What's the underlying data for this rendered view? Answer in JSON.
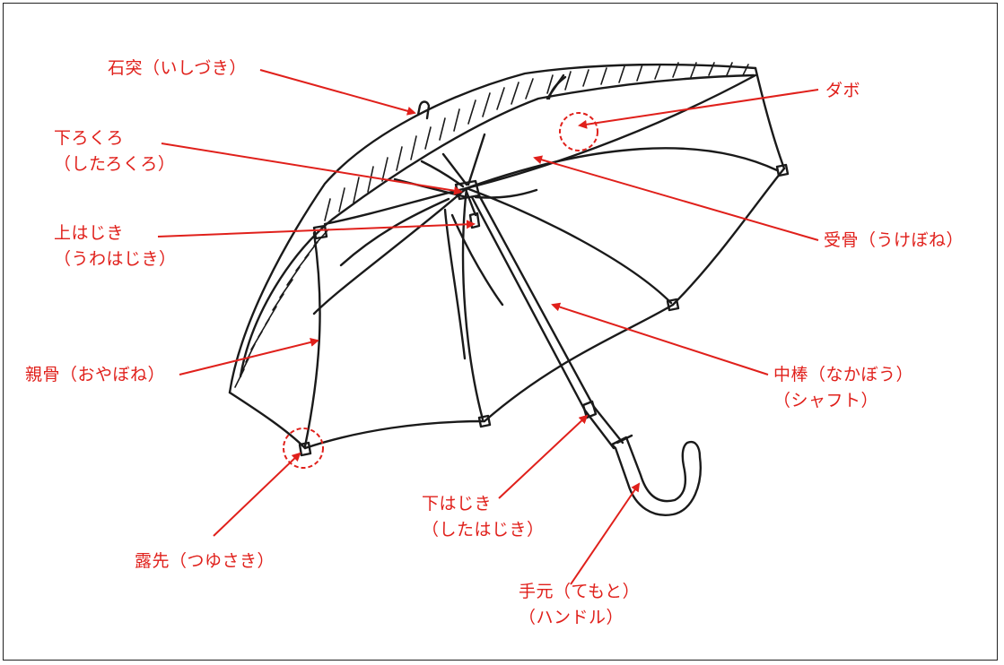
{
  "colors": {
    "accent": "#e0201b",
    "ink": "#1a1a1a"
  },
  "labels": {
    "ishizuki": {
      "line1": "石突（いしづき）"
    },
    "dabo": {
      "line1": "ダボ"
    },
    "shitarokuro": {
      "line1": "下ろくろ",
      "line2": "（したろくろ）"
    },
    "ukebone": {
      "line1": "受骨（うけぼね）"
    },
    "uwahajiki": {
      "line1": "上はじき",
      "line2": "（うわはじき）"
    },
    "oyabone": {
      "line1": "親骨（おやぼね）"
    },
    "nakabou": {
      "line1": "中棒（なかぼう）",
      "line2": "（シャフト）"
    },
    "shitahajiki": {
      "line1": "下はじき",
      "line2": "（したはじき）"
    },
    "tsuyusaki": {
      "line1": "露先（つゆさき）"
    },
    "temoto": {
      "line1": "手元（てもと）",
      "line2": "（ハンドル）"
    }
  }
}
